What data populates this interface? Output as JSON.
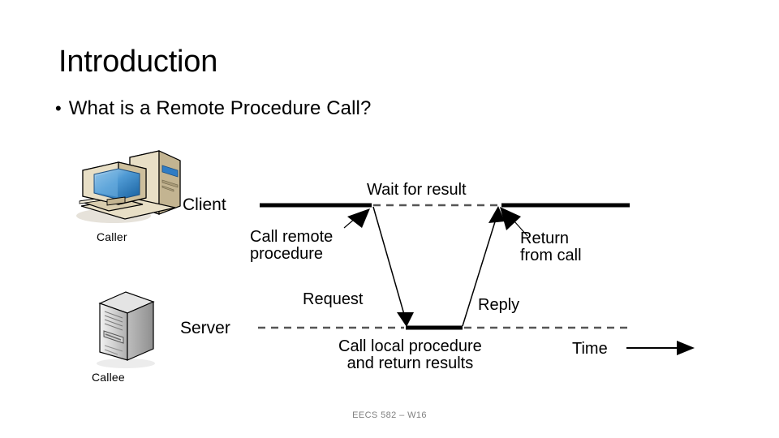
{
  "slide": {
    "title": "Introduction",
    "bullet_marker": "•",
    "bullet_text": "What is a Remote Procedure Call?",
    "footer": "EECS 582 – W16",
    "background_color": "#ffffff",
    "text_color": "#000000",
    "footer_color": "#808080"
  },
  "clipart": {
    "caller": {
      "name": "desktop-computer-icon",
      "label": "Caller",
      "case_color": "#d6c9a8",
      "screen_color": "#2f7cc4",
      "outline_color": "#000000"
    },
    "callee": {
      "name": "server-tower-icon",
      "label": "Callee",
      "case_color": "#c8c8c8",
      "outline_color": "#000000"
    }
  },
  "diagram": {
    "type": "rpc-sequence-diagram",
    "lanes": [
      {
        "label": "Client",
        "line_style": "solid-dashed-solid"
      },
      {
        "label": "Server",
        "line_style": "dashed-solid-dashed"
      }
    ],
    "annotations": [
      {
        "id": "wait",
        "text": "Wait for result"
      },
      {
        "id": "call-remote",
        "line1": "Call remote",
        "line2": "procedure"
      },
      {
        "id": "return",
        "line1": "Return",
        "line2": "from call"
      },
      {
        "id": "request",
        "text": "Request"
      },
      {
        "id": "reply",
        "text": "Reply"
      },
      {
        "id": "call-local",
        "line1": "Call local procedure",
        "line2": "and return results"
      },
      {
        "id": "time",
        "text": "Time"
      }
    ],
    "messages": [
      {
        "name": "request",
        "from": "client",
        "to": "server",
        "label": "Request"
      },
      {
        "name": "reply",
        "from": "server",
        "to": "client",
        "label": "Reply"
      }
    ],
    "time_axis": {
      "label": "Time",
      "direction": "left-to-right"
    },
    "line_color": "#000000",
    "dash_color": "#555555"
  }
}
